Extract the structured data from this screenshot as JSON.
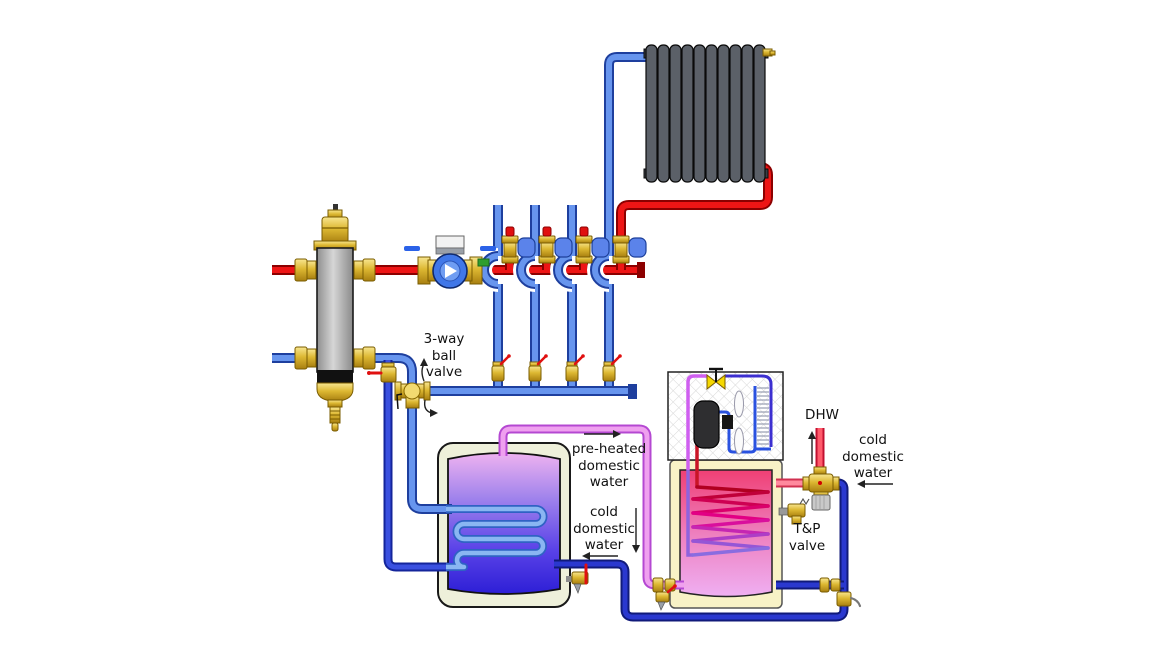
{
  "colors": {
    "red": "#ee1515",
    "red_dark": "#8c0000",
    "blue": "#6795ee",
    "blue_dark": "#1e3f9e",
    "navy": "#2a38cf",
    "navy_dark": "#101a7a",
    "drop": "#3a50e0",
    "drop_dark": "#14259b",
    "magenta": "#efa0ef",
    "magenta_dark": "#b448d2",
    "pink": "#ff8a9e",
    "pink_dark": "#d13050",
    "dhw": "#ff5b6b",
    "dhw_dark": "#c21030",
    "coil": "#8ab6f2",
    "coil_dark": "#2f62c4",
    "brass": "#e8c33c",
    "background": "#ffffff"
  },
  "labels": {
    "three_way_valve": "3-way\nball\nvalve",
    "pre_heated": "pre-heated\ndomestic\nwater",
    "cold_left": "cold\ndomestic\nwater",
    "dhw": "DHW",
    "cold_right": "cold\ndomestic\nwater",
    "tp_valve": "T&P\nvalve"
  },
  "components": {
    "radiator": "panel-radiator",
    "separator": "hydraulic-separator",
    "pump": "circulator-pump",
    "zone_valves": "manifold-valves-with-actuators",
    "three_way_valve": "3-way-ball-valve",
    "left_tank": "preheat-indirect-tank",
    "right_tank": "heat-pump-water-heater-tank",
    "heat_pump": "heat-pump-module",
    "mixing_valve": "thermostatic-mixing-valve",
    "tp_valve": "temperature-pressure-relief-valve"
  }
}
